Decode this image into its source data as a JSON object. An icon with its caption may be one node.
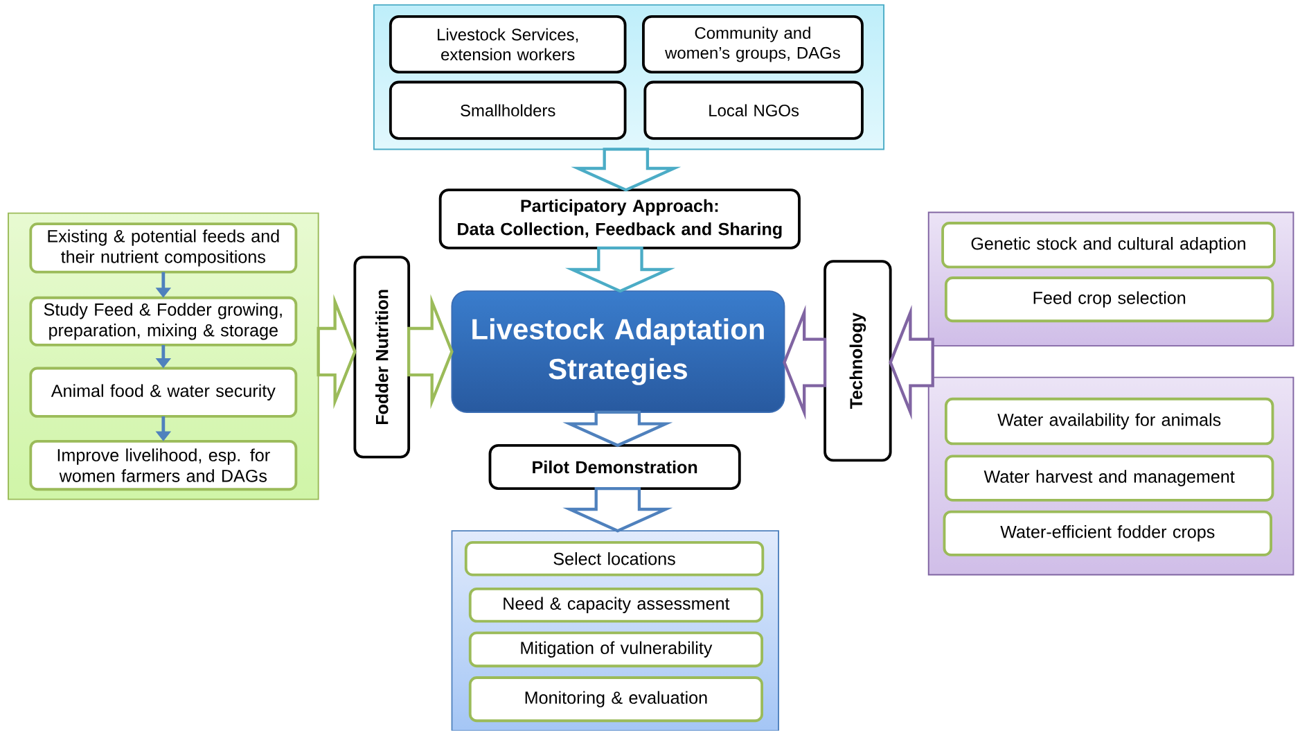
{
  "diagram": {
    "nodes": [
      {
        "text": [],
        "shape": "box"
      },
      {
        "text": [
          "Livestock Services, extension workers"
        ],
        "in": 0
      },
      {
        "text": [
          "Community and women’s groups, DAGs"
        ],
        "in": 0
      },
      {
        "text": [
          "Smallholders"
        ],
        "in": 0
      },
      {
        "text": [
          "Local NGOs"
        ],
        "in": 0
      },
      {
        "text": [
          "Participatory Approach:",
          "Data Collection, Feedback and Sharing"
        ]
      },
      {
        "text": [],
        "shape": "box"
      },
      {
        "text": [
          "Existing & potential  feeds and their nutrient compositions"
        ],
        "in": 6
      },
      {
        "text": [
          "Study Feed & Fodder growing, preparation, mixing & storage"
        ],
        "in": 6
      },
      {
        "text": [
          "Animal food & water security"
        ],
        "in": 6
      },
      {
        "text": [
          "Improve livelihood, esp. for women farmers and DAGs"
        ],
        "in": 6
      },
      {
        "text": [
          "Fodder Nutrition"
        ]
      },
      {
        "text": [
          "Livestock Adaptation Strategies"
        ]
      },
      {
        "text": [
          "Technology"
        ]
      },
      {
        "text": [],
        "shape": "box"
      },
      {
        "text": [
          "Genetic stock and cultural adaption"
        ],
        "in": 14
      },
      {
        "text": [
          "Feed crop selection"
        ],
        "in": 14
      },
      {
        "text": [],
        "shape": "box"
      },
      {
        "text": [
          "Water availability for animals"
        ],
        "in": 17
      },
      {
        "text": [
          "Water harvest  and management"
        ],
        "in": 17
      },
      {
        "text": [
          "Water-efficient fodder crops"
        ],
        "in": 17
      },
      {
        "text": [
          "Pilot Demonstration"
        ]
      },
      {
        "text": [],
        "shape": "box"
      },
      {
        "text": [
          "Select locations"
        ],
        "in": 22
      },
      {
        "text": [
          "Need & capacity assessment"
        ],
        "in": 22
      },
      {
        "text": [
          "Mitigation of vulnerability"
        ],
        "in": 22
      },
      {
        "text": [
          "Monitoring & evaluation"
        ],
        "in": 22
      }
    ],
    "edges": [
      {
        "from": 0,
        "to": 5,
        "arrow": "to",
        "color": "#4bacc6"
      },
      {
        "from": 5,
        "to": 12,
        "arrow": "to",
        "color": "#4bacc6"
      },
      {
        "from": 7,
        "to": 8,
        "arrow": "to"
      },
      {
        "from": 8,
        "to": 9,
        "arrow": "to"
      },
      {
        "from": 9,
        "to": 10,
        "arrow": "to"
      },
      {
        "from": 6,
        "to": 11,
        "arrow": "to",
        "color": "#9bbb59"
      },
      {
        "from": 11,
        "to": 12,
        "arrow": "to",
        "color": "#9bbb59"
      },
      {
        "from": null,
        "to": 13,
        "arrow": "to",
        "color": "#8064a2"
      },
      {
        "from": 13,
        "to": 12,
        "arrow": "to",
        "color": "#8064a2"
      },
      {
        "from": 12,
        "to": 21,
        "arrow": "to"
      },
      {
        "from": 21,
        "to": 22,
        "arrow": "to"
      }
    ]
  }
}
